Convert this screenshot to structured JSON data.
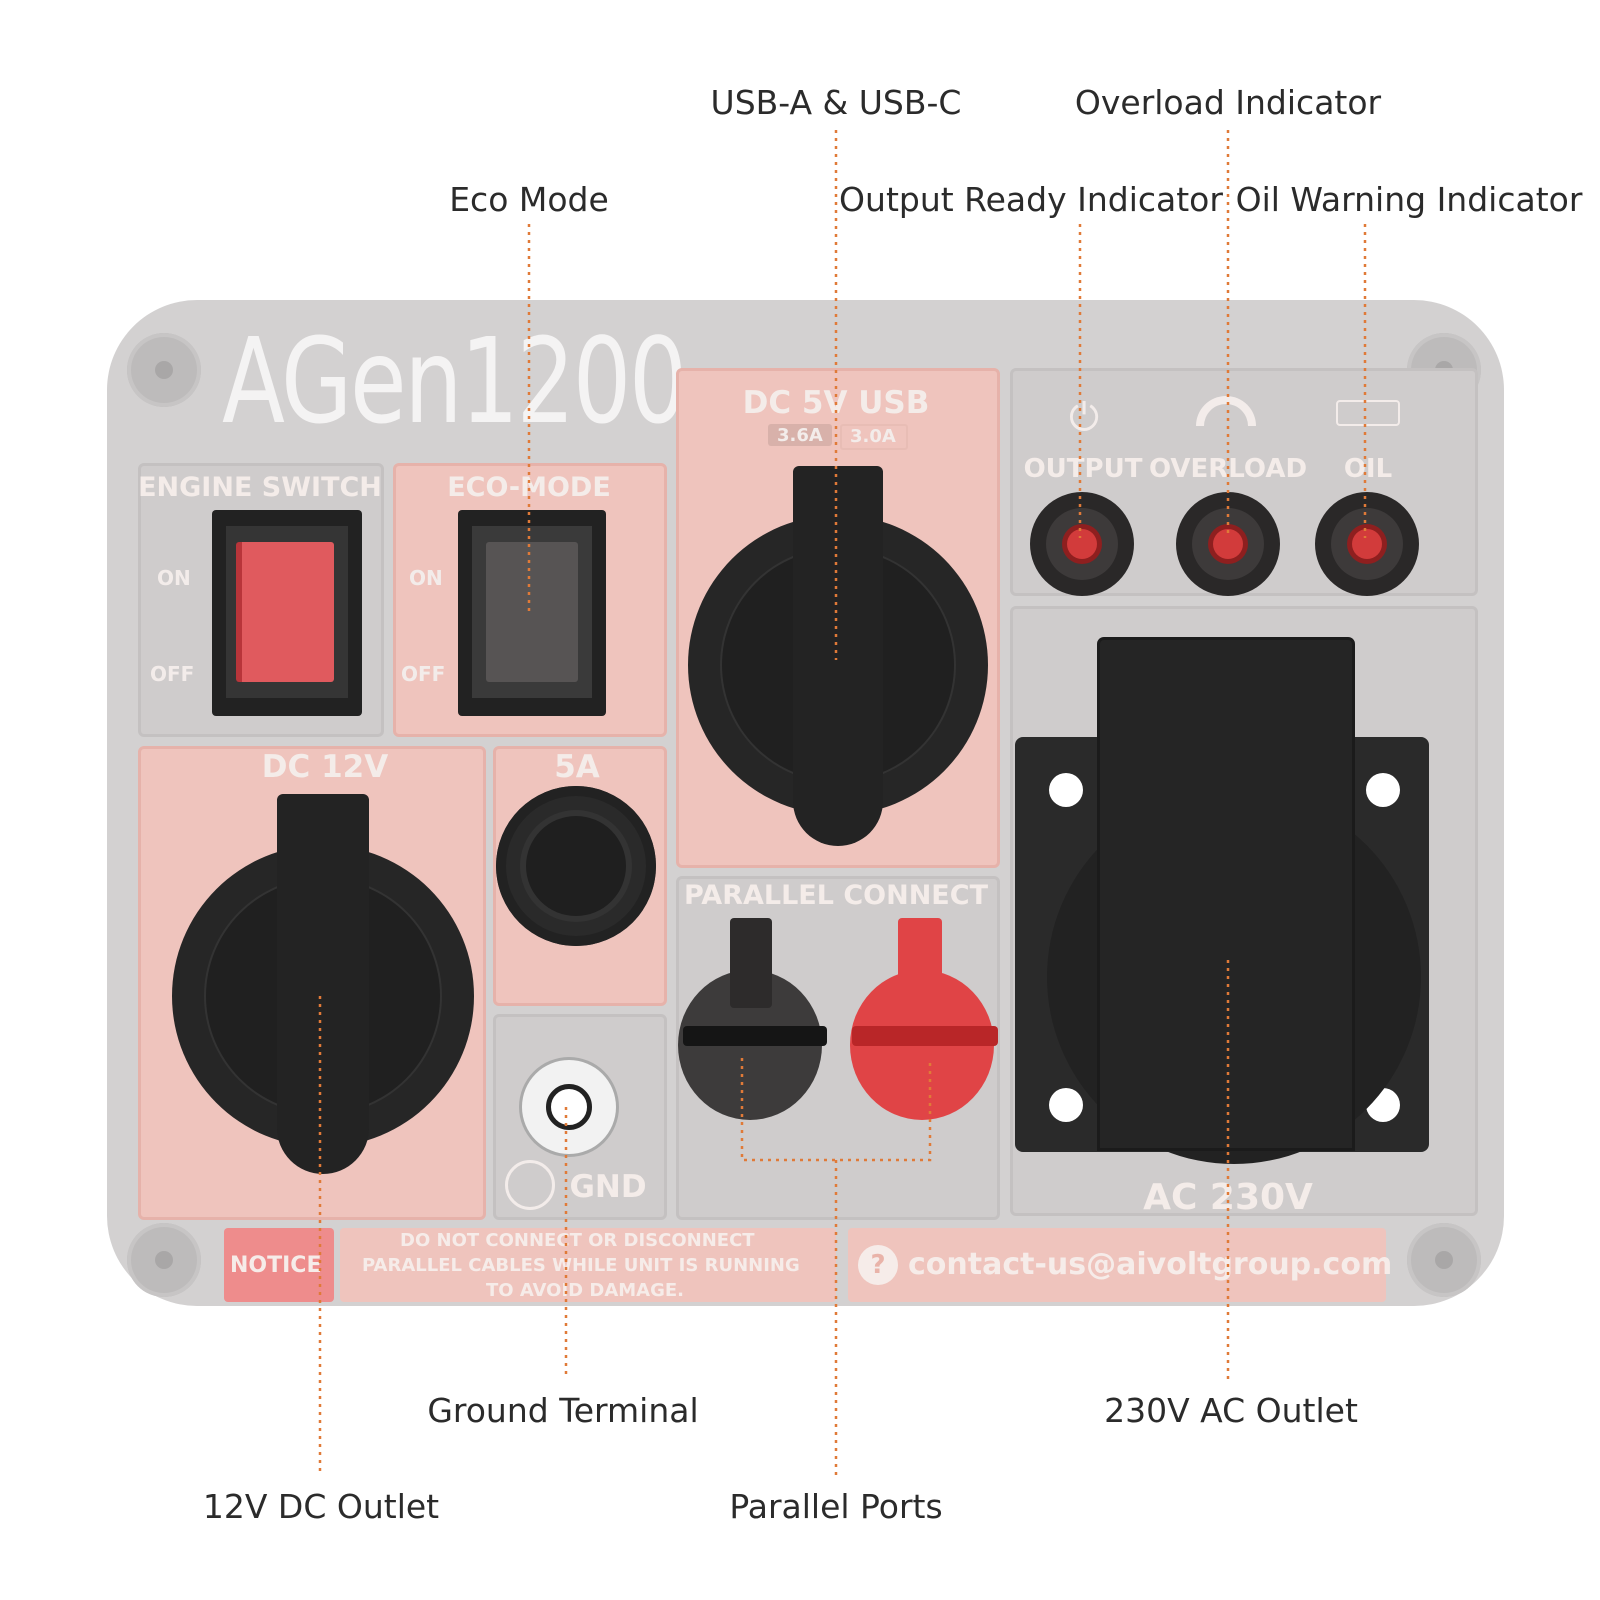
{
  "callouts": {
    "usb": "USB-A & USB-C",
    "overload": "Overload Indicator",
    "eco": "Eco Mode",
    "output_ready": "Output Ready Indicator",
    "oil": "Oil Warning Indicator",
    "ground": "Ground Terminal",
    "ac": "230V AC Outlet",
    "dc12": "12V DC Outlet",
    "parallel": "Parallel Ports"
  },
  "panel": {
    "brand": "AGen1200",
    "engine_switch": "ENGINE SWITCH",
    "eco_mode": "ECO-MODE",
    "on": "ON",
    "off": "OFF",
    "dc_usb": "DC 5V USB",
    "usb_a_rating": "3.6A",
    "usb_c_rating": "3.0A",
    "output": "OUTPUT",
    "overload": "OVERLOAD",
    "oil": "OIL",
    "dc12": "DC 12V",
    "fuse": "5A",
    "parallel_connect": "PARALLEL CONNECT",
    "gnd": "GND",
    "ac230": "AC 230V",
    "notice": "NOTICE",
    "notice_line1": "DO NOT CONNECT OR DISCONNECT",
    "notice_line2": "PARALLEL CABLES WHILE UNIT IS RUNNING",
    "notice_line3": "TO AVOID DAMAGE.",
    "help_glyph": "?",
    "contact": "contact-us@aivoltgroup.com"
  },
  "colors": {
    "leader": "#e07a38",
    "panel": "#d3d1d1",
    "pink": "#efc4bd",
    "switch_red": "#e05a5e",
    "dark": "#272727",
    "parallel_red": "#e04446"
  }
}
